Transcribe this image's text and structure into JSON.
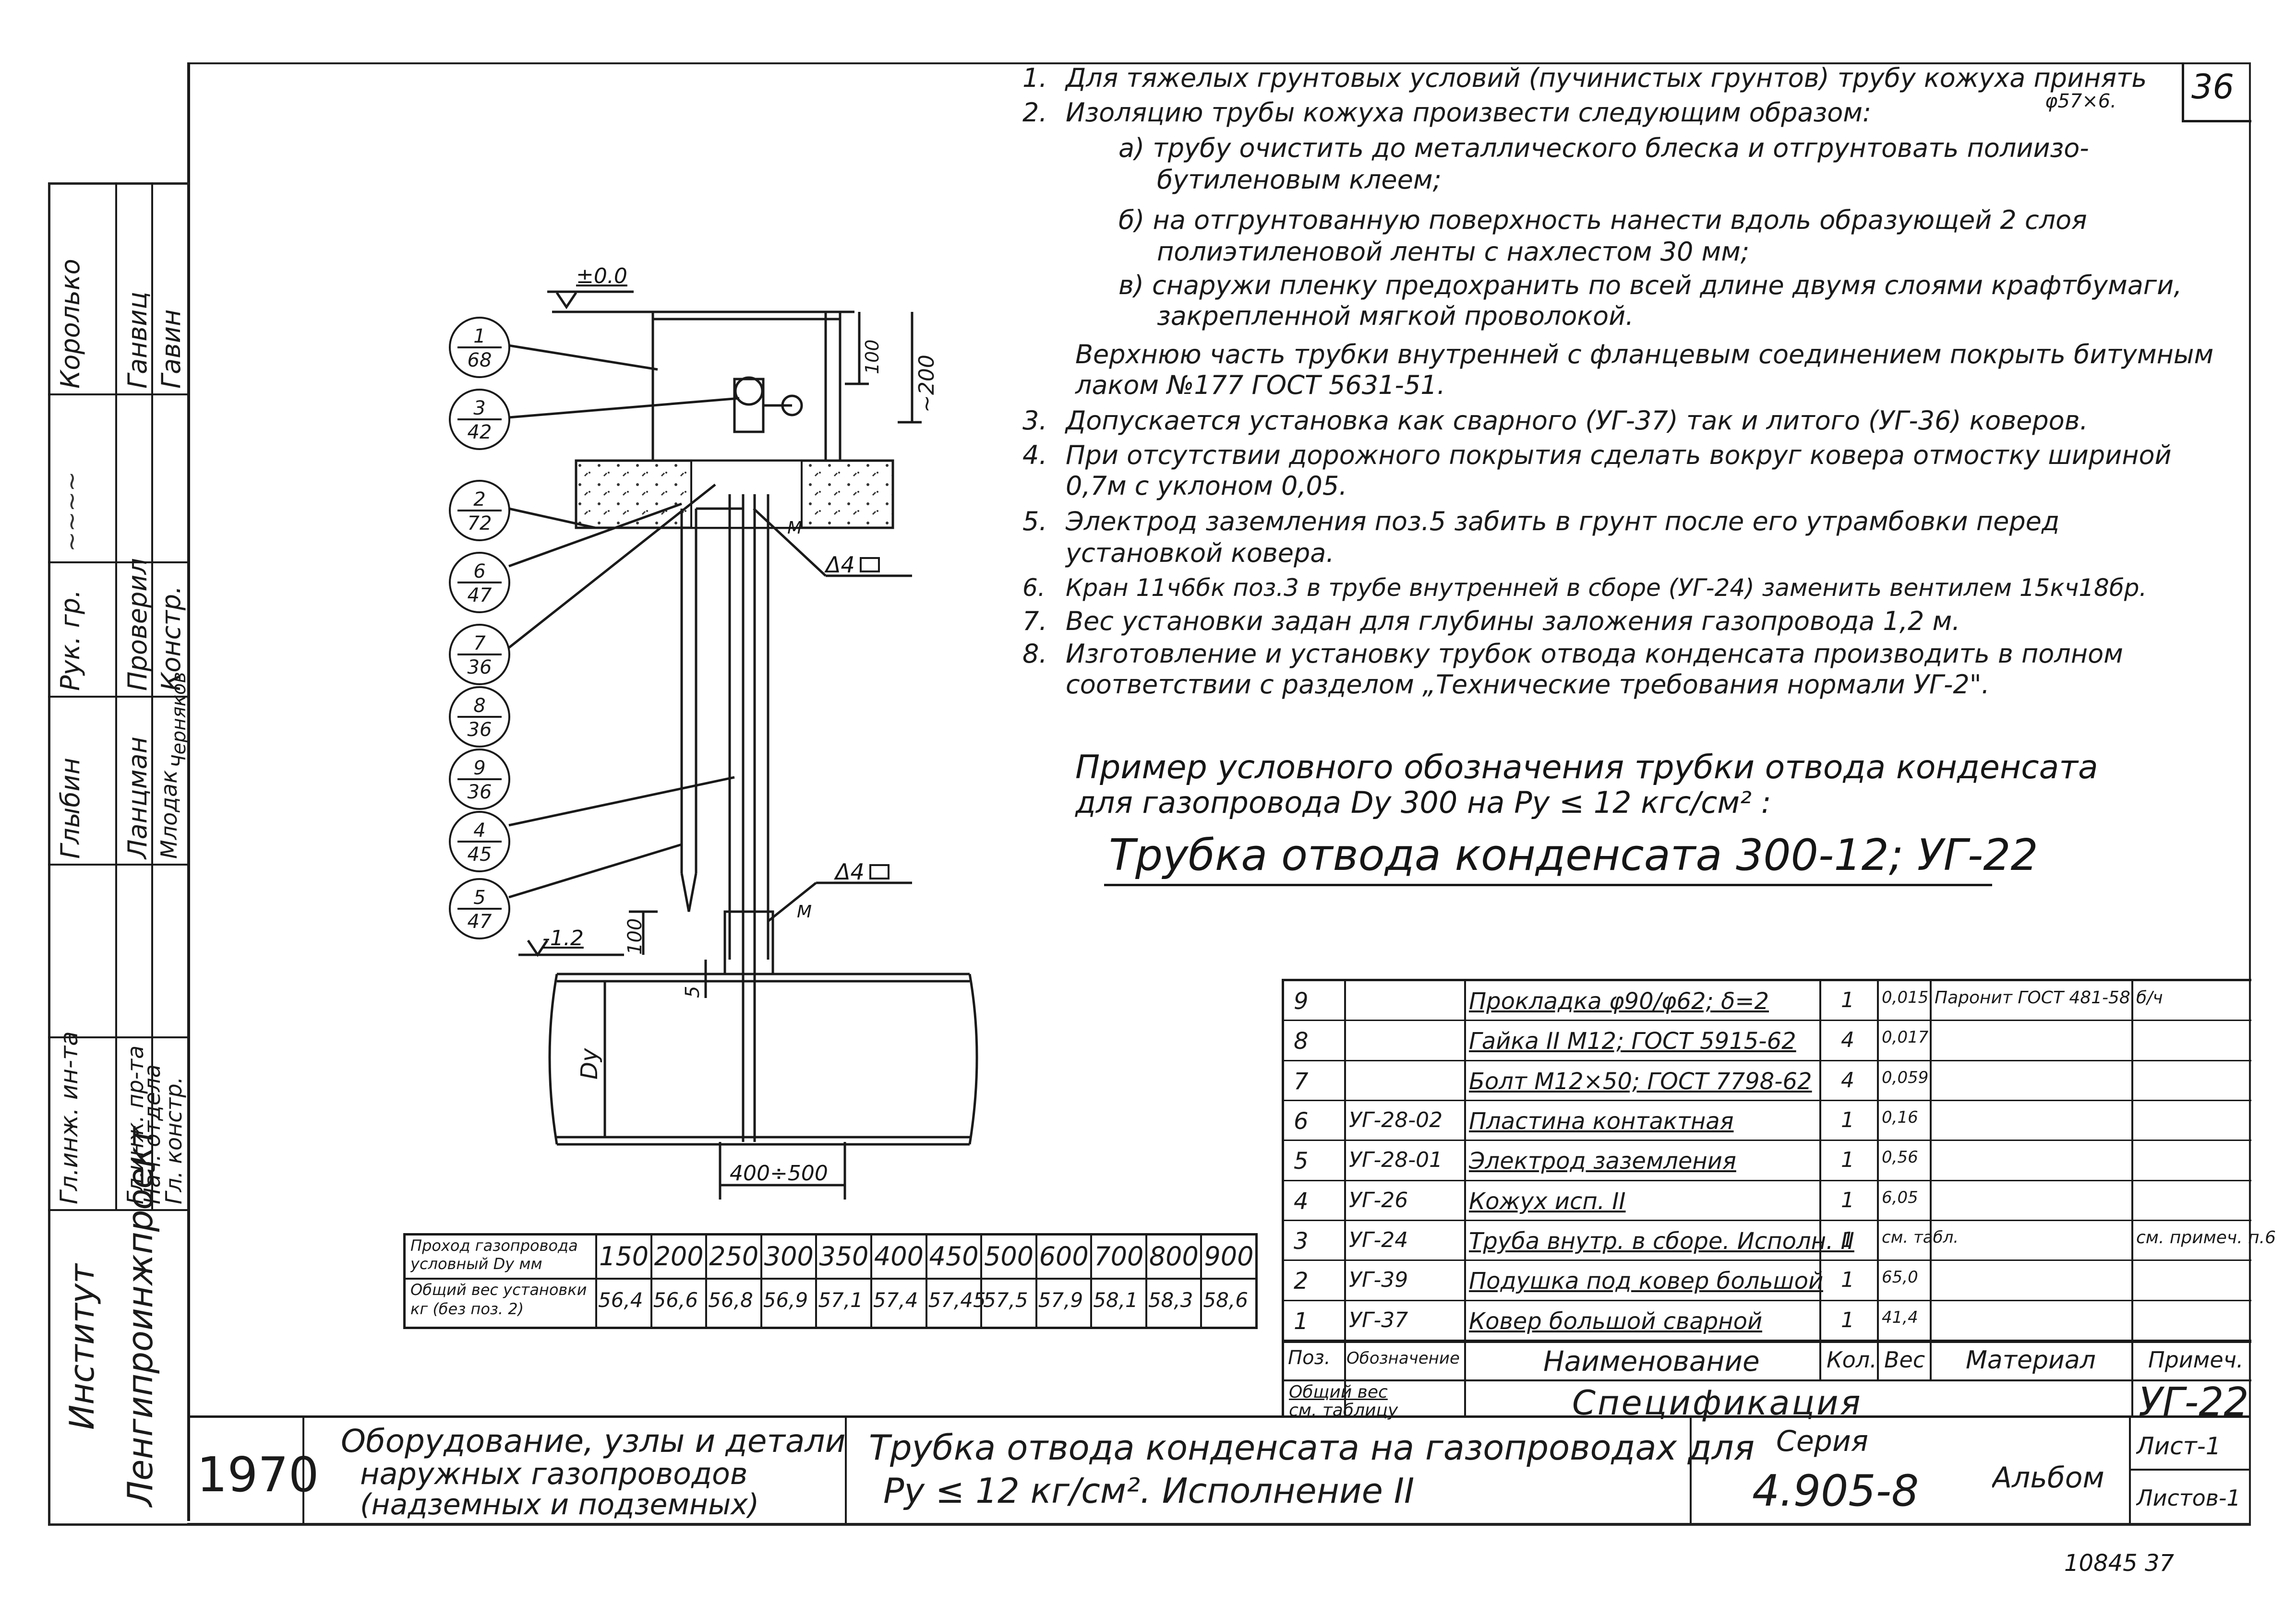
{
  "sheet_number": "36",
  "notes": [
    {
      "n": "1.",
      "lines": [
        "Для тяжелых грунтовых условий (пучинистых грунтов) трубу кожуха принять"
      ],
      "extra": "φ57×6."
    },
    {
      "n": "2.",
      "lines": [
        "Изоляцию трубы кожуха произвести следующим образом:"
      ]
    },
    {
      "n": "",
      "lines": [
        "а) трубу очистить до металлического блеска и отгрунтовать полиизо-",
        "бутиленовым клеем;"
      ]
    },
    {
      "n": "",
      "lines": [
        "б) на отгрунтованную поверхность нанести вдоль образующей 2 слоя",
        "полиэтиленовой ленты с нахлестом 30 мм;"
      ]
    },
    {
      "n": "",
      "lines": [
        "в) снаружи пленку предохранить по всей длине двумя слоями крафтбумаги,",
        "закрепленной мягкой проволокой."
      ]
    },
    {
      "n": "",
      "lines": [
        "Верхнюю часть трубки внутренней с фланцевым соединением покрыть битумным",
        "лаком №177 ГОСТ 5631-51."
      ]
    },
    {
      "n": "3.",
      "lines": [
        "Допускается установка как сварного (УГ-37) так и литого (УГ-36) коверов."
      ]
    },
    {
      "n": "4.",
      "lines": [
        "При отсутствии дорожного покрытия сделать вокруг ковера отмостку шириной",
        "0,7м с уклоном 0,05."
      ]
    },
    {
      "n": "5.",
      "lines": [
        "Электрод заземления поз.5 забить в грунт после его утрамбовки перед",
        "установкой ковера."
      ]
    },
    {
      "n": "6.",
      "lines": [
        "Кран 11ч6бк поз.3 в трубе внутренней в сборе (УГ-24) заменить вентилем 15кч18бр."
      ]
    },
    {
      "n": "7.",
      "lines": [
        "Вес установки задан для глубины заложения газопровода 1,2 м."
      ]
    },
    {
      "n": "8.",
      "lines": [
        "Изготовление и установку трубок отвода конденсата производить в полном",
        "соответствии с разделом „Технические требования нормали УГ-2\"."
      ]
    }
  ],
  "example": {
    "line1": "Пример условного обозначения трубки отвода конденсата",
    "line2": "для газопровода Dу 300 на Pу ≤ 12 кгс/см² :",
    "designation": "Трубка отвода конденсата 300-12; УГ-22"
  },
  "drawing": {
    "level_top": "±0.0",
    "level_bottom": "-1.2",
    "dim_100_top": "100",
    "dim_200": "~200",
    "dim_100_bottom": "100",
    "dim_5": "5",
    "dim_dy": "Dy",
    "dim_width": "400÷500",
    "weld_1": "Δ4",
    "weld_2": "Δ4",
    "weld_m1": "М",
    "weld_m2": "М",
    "callouts": [
      {
        "top": "1",
        "bottom": "68"
      },
      {
        "top": "3",
        "bottom": "42"
      },
      {
        "top": "2",
        "bottom": "72"
      },
      {
        "top": "6",
        "bottom": "47"
      },
      {
        "top": "7",
        "bottom": "36"
      },
      {
        "top": "8",
        "bottom": "36"
      },
      {
        "top": "9",
        "bottom": "36"
      },
      {
        "top": "4",
        "bottom": "45"
      },
      {
        "top": "5",
        "bottom": "47"
      }
    ]
  },
  "weight_table": {
    "row1_label": [
      "Проход газопровода",
      "условный  Dу мм"
    ],
    "row2_label": [
      "Общий вес установки",
      "кг  (без поз. 2)"
    ],
    "diameters": [
      "150",
      "200",
      "250",
      "300",
      "350",
      "400",
      "450",
      "500",
      "600",
      "700",
      "800",
      "900"
    ],
    "weights": [
      "56,4",
      "56,6",
      "56,8",
      "56,9",
      "57,1",
      "57,4",
      "57,45",
      "57,5",
      "57,9",
      "58,1",
      "58,3",
      "58,6"
    ]
  },
  "spec": {
    "rows": [
      {
        "pos": "9",
        "code": "",
        "name": "Прокладка φ90/φ62; δ=2",
        "qty": "1",
        "weight": "0,015",
        "material": "Паронит ГОСТ 481-58",
        "note": "б/ч"
      },
      {
        "pos": "8",
        "code": "",
        "name": "Гайка II М12; ГОСТ 5915-62",
        "qty": "4",
        "weight": "0,017",
        "material": "",
        "note": ""
      },
      {
        "pos": "7",
        "code": "",
        "name": "Болт М12×50; ГОСТ 7798-62",
        "qty": "4",
        "weight": "0,059",
        "material": "",
        "note": ""
      },
      {
        "pos": "6",
        "code": "УГ-28-02",
        "name": "Пластина контактная",
        "qty": "1",
        "weight": "0,16",
        "material": "",
        "note": ""
      },
      {
        "pos": "5",
        "code": "УГ-28-01",
        "name": "Электрод заземления",
        "qty": "1",
        "weight": "0,56",
        "material": "",
        "note": ""
      },
      {
        "pos": "4",
        "code": "УГ-26",
        "name": "Кожух  исп. II",
        "qty": "1",
        "weight": "6,05",
        "material": "",
        "note": ""
      },
      {
        "pos": "3",
        "code": "УГ-24",
        "name": "Труба внутр. в сборе. Исполн. II",
        "qty": "1",
        "weight": "см. табл.",
        "material": "",
        "note": "см. примеч. п.6"
      },
      {
        "pos": "2",
        "code": "УГ-39",
        "name": "Подушка под ковер большой",
        "qty": "1",
        "weight": "65,0",
        "material": "",
        "note": ""
      },
      {
        "pos": "1",
        "code": "УГ-37",
        "name": "Ковер большой сварной",
        "qty": "1",
        "weight": "41,4",
        "material": "",
        "note": ""
      }
    ],
    "header": {
      "pos": "Поз.",
      "code": "Обозначение",
      "name": "Наименование",
      "qty": "Кол.",
      "weight": "Вес",
      "material": "Материал",
      "note": "Примеч."
    },
    "total_weight_1": "Общий вес",
    "total_weight_2": "см. таблицу",
    "title": "Спецификация",
    "doc_code": "УГ-22"
  },
  "title_block": {
    "year": "1970",
    "subject_1": "Оборудование, узлы и детали",
    "subject_2": "наружных газопроводов",
    "subject_3": "(надземных и подземных)",
    "title_1": "Трубка отвода конденсата на газопроводах для",
    "title_2": "Pу ≤ 12 кг/см². Исполнение II",
    "series_label": "Серия",
    "series": "4.905-8",
    "album": "Альбом",
    "sheet": "Лист-1",
    "sheets": "Листов-1"
  },
  "side_block": {
    "institute_label": "Институт",
    "institute": "Ленгипроинжпроект",
    "roles": [
      "Гл.инж. ин-та",
      "Гл.инж. пр-та",
      "Нач. отдела",
      "Гл. констр.",
      "Рук. гр.",
      "Проверил",
      "Констр."
    ],
    "names": [
      "Глыбин",
      "Ланцман",
      "Млодак",
      "Черняков",
      "Королько",
      "Ганвиц",
      "Гавин"
    ]
  },
  "stamp": "10845 37"
}
